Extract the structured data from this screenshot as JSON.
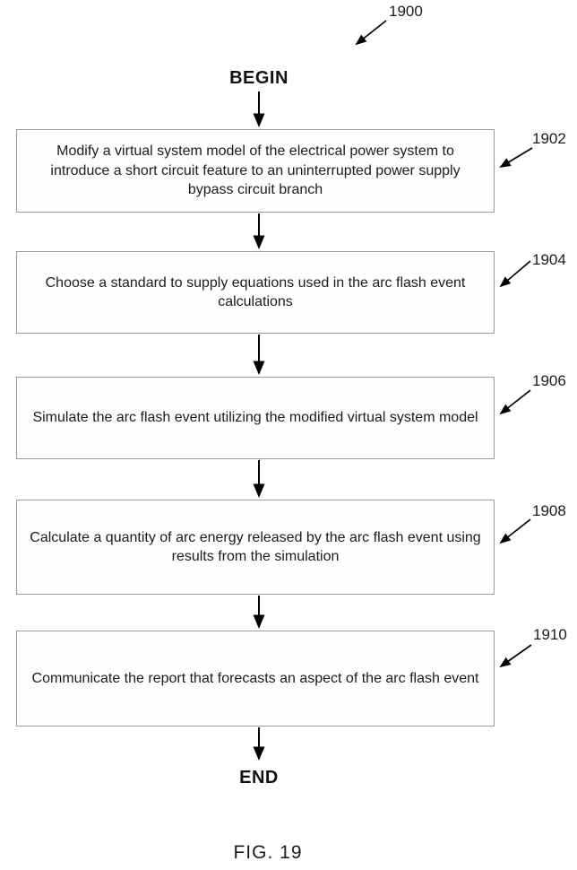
{
  "figure": {
    "diagram_ref": "1900",
    "begin_label": "BEGIN",
    "end_label": "END",
    "caption": "FIG. 19"
  },
  "steps": [
    {
      "ref": "1902",
      "text": "Modify a virtual system model of the electrical power system to introduce a short circuit feature to an uninterrupted power supply bypass circuit branch"
    },
    {
      "ref": "1904",
      "text": "Choose a standard to supply equations used in the arc flash event calculations"
    },
    {
      "ref": "1906",
      "text": "Simulate the arc flash event utilizing the modified virtual system model"
    },
    {
      "ref": "1908",
      "text": "Calculate a quantity of arc energy released by the arc flash event using results from the simulation"
    },
    {
      "ref": "1910",
      "text": "Communicate the report that forecasts an aspect of the arc flash event"
    }
  ],
  "colors": {
    "background": "#ffffff",
    "box_border": "#9b9b9b",
    "text": "#1c1c1c",
    "arrow": "#000000"
  }
}
